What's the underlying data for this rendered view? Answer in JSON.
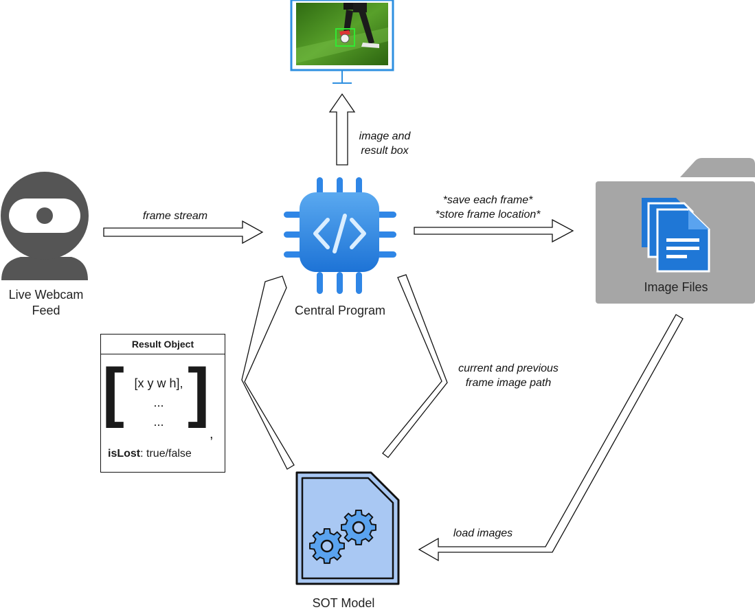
{
  "labels": {
    "image_and": "image and",
    "result_box": "result box",
    "frame_stream": "frame stream",
    "save_each_frame": "*save each frame*",
    "store_frame_location": "*store frame location*",
    "live_webcam": "Live Webcam",
    "feed": "Feed",
    "central_program": "Central Program",
    "image_files": "Image Files",
    "current_previous": "current and previous",
    "frame_image_path": "frame image path",
    "load_images": "load images",
    "sot_model": "SOT Model"
  },
  "result_object": {
    "title": "Result Object",
    "row1": "[x y w h],",
    "row2": "...",
    "row3": "...",
    "comma": ",",
    "is_lost_key": "isLost",
    "is_lost_value": ": true/false"
  },
  "colors": {
    "chip_blue": "#2f86e6",
    "folder_gray": "#a6a6a6",
    "webcam_gray": "#555555",
    "monitor_blue": "#2d8fe0",
    "doc_blue": "#1f77d6",
    "sot_fill": "#a9c8f3",
    "sot_stroke": "#111111"
  },
  "icons": [
    "webcam-icon",
    "monitor-icon",
    "chip-icon",
    "folder-icon",
    "documents-icon",
    "gears-document-icon"
  ]
}
